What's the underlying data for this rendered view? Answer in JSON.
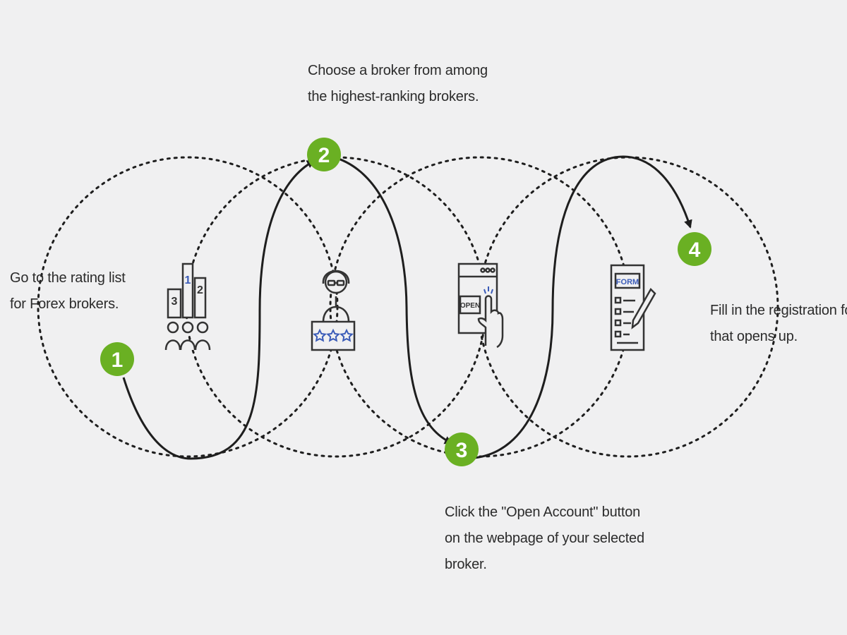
{
  "colors": {
    "background": "#f0f0f1",
    "accent_green": "#6ab023",
    "line": "#1e1e1e",
    "icon_blue": "#3a5bb8"
  },
  "steps": [
    {
      "number": "1",
      "lines": [
        "Go to the rating list",
        "for Forex brokers."
      ],
      "icon": "podium-ranking-icon"
    },
    {
      "number": "2",
      "lines": [
        "Choose a broker from among",
        "the highest-ranking brokers."
      ],
      "icon": "rated-broker-icon"
    },
    {
      "number": "3",
      "lines": [
        "Click the \"Open Account\" button",
        "on the webpage of your selected",
        "broker."
      ],
      "icon": "open-account-click-icon"
    },
    {
      "number": "4",
      "lines": [
        "Fill in the registration form",
        "that opens up."
      ],
      "icon": "registration-form-icon"
    }
  ],
  "icons": {
    "podium_labels": [
      "1",
      "2",
      "3"
    ],
    "open_label": "OPEN",
    "form_label": "FORM"
  }
}
